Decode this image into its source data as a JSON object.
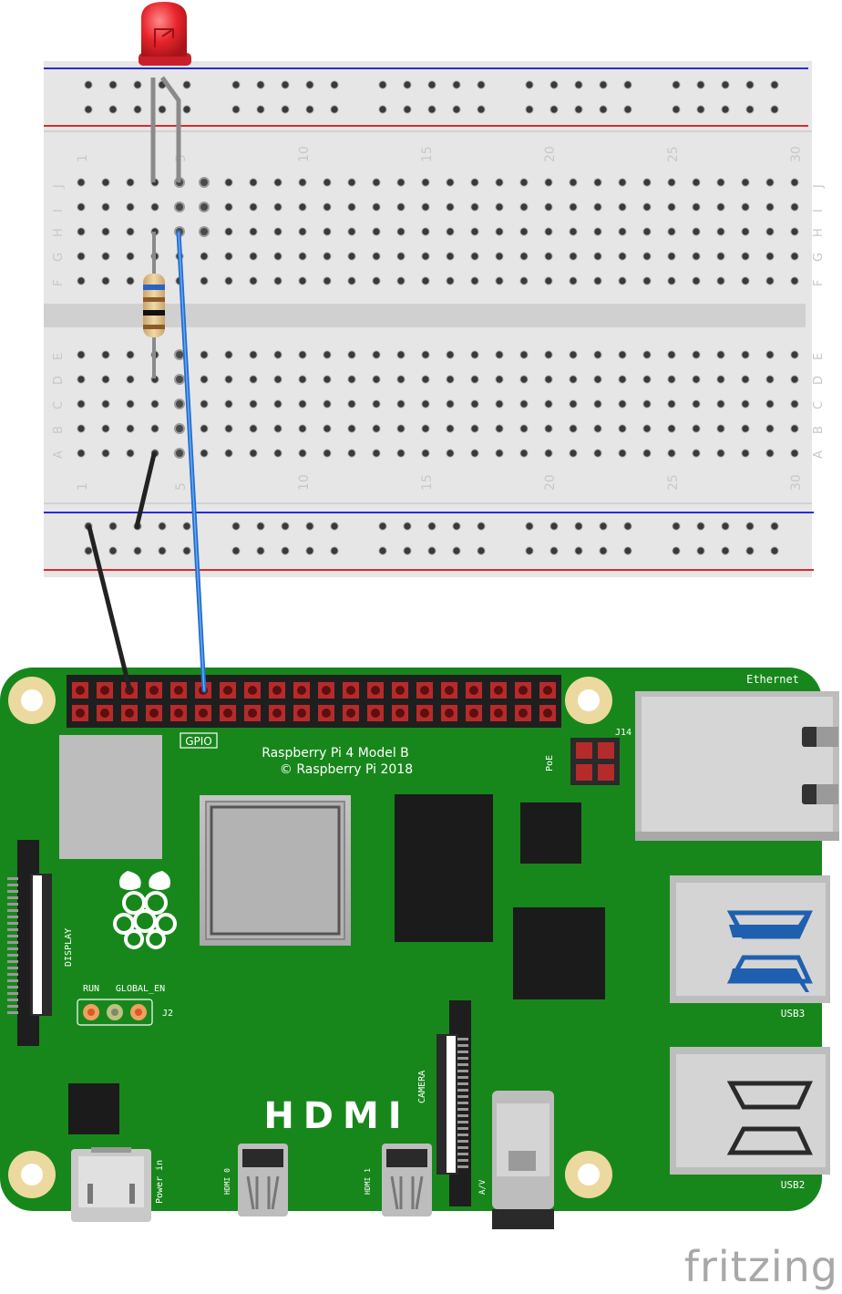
{
  "breadboard": {
    "column_numbers": [
      "1",
      "5",
      "10",
      "15",
      "20",
      "25",
      "30"
    ],
    "row_letters_top": [
      "J",
      "I",
      "H",
      "G",
      "F"
    ],
    "row_letters_bottom": [
      "E",
      "D",
      "C",
      "B",
      "A"
    ]
  },
  "pi": {
    "title": "Raspberry Pi 4 Model B",
    "copyright": "© Raspberry Pi 2018",
    "gpio_label": "GPIO",
    "ethernet_label": "Ethernet",
    "poe_label": "PoE",
    "j14_label": "J14",
    "display_label": "DISPLAY",
    "run_label": "RUN",
    "global_en_label": "GLOBAL_EN",
    "j2_label": "J2",
    "hdmi_label": "HDMI",
    "camera_label": "CAMERA",
    "power_label": "Power in",
    "hdmi0_label": "HDMI 0",
    "hdmi1_label": "HDMI 1",
    "av_label": "A/V",
    "usb3_label": "USB3",
    "usb2_label": "USB2"
  },
  "watermark": "fritzing",
  "colors": {
    "board_green": "#17871b",
    "led_red": "#e8242b",
    "wire_blue": "#1f6fd0",
    "wire_black": "#222222",
    "breadboard": "#e6e6e6"
  }
}
